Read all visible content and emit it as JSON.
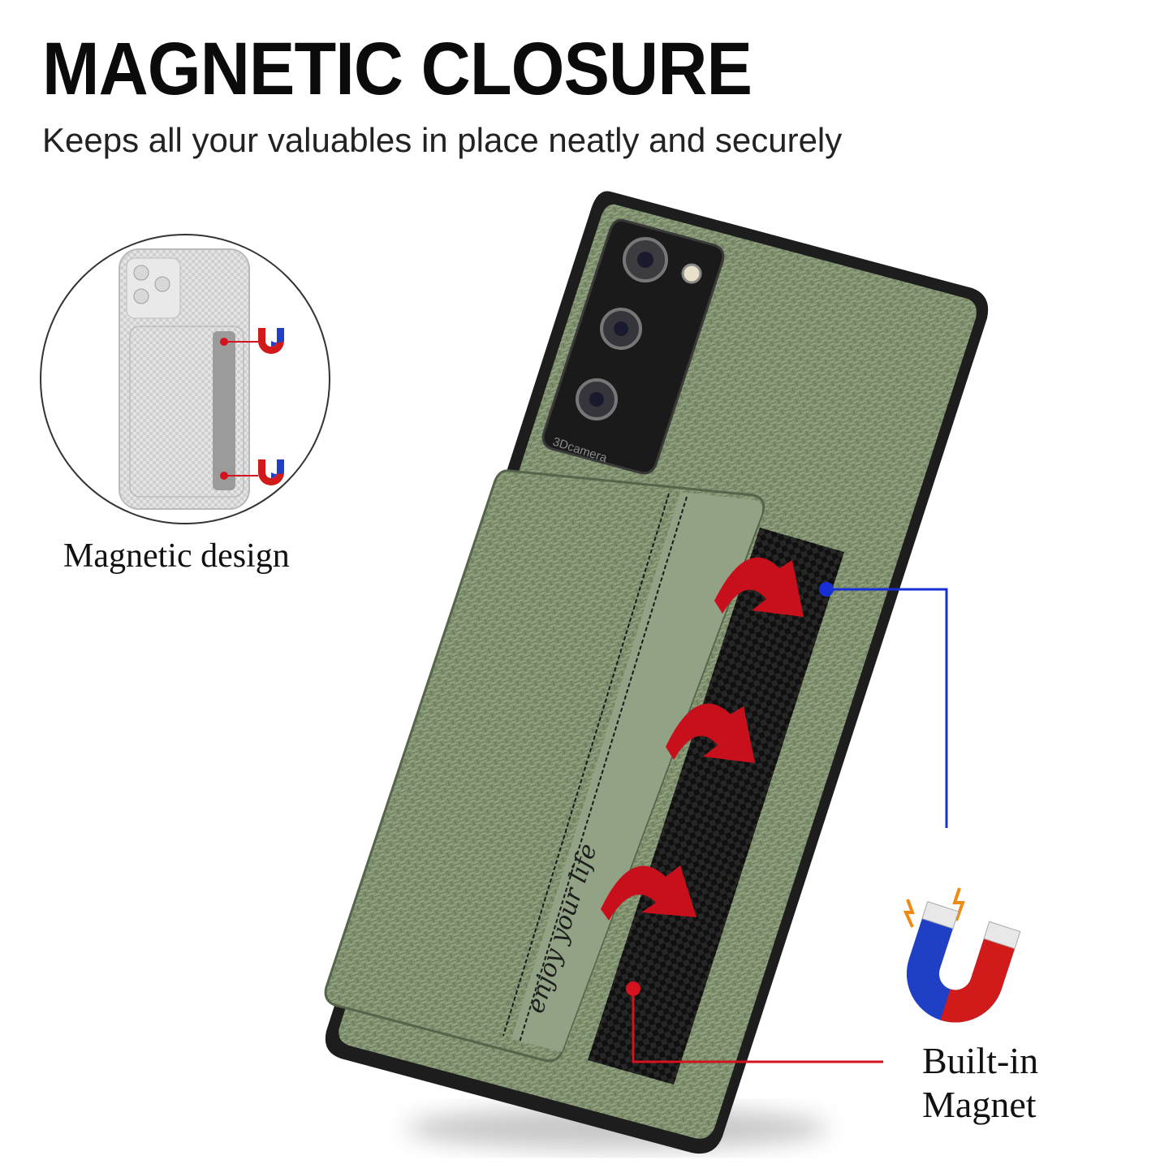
{
  "headline": "MAGNETIC CLOSURE",
  "subline": "Keeps all your valuables in place neatly and securely",
  "inset_caption": "Magnetic design",
  "magnet_caption_line1": "Built-in",
  "magnet_caption_line2": "Magnet",
  "card_slot_text": "enjoy your life",
  "camera_brand_text": "3Dcamera",
  "colors": {
    "case_green": "#7c8e6c",
    "case_green_dark": "#5d6d51",
    "bumper": "#1d1d1d",
    "arrow_red": "#c8101d",
    "leader_blue": "#1630d6",
    "leader_red": "#d4131f",
    "magnet_red": "#d11a1a",
    "magnet_blue": "#1f3fc4"
  }
}
